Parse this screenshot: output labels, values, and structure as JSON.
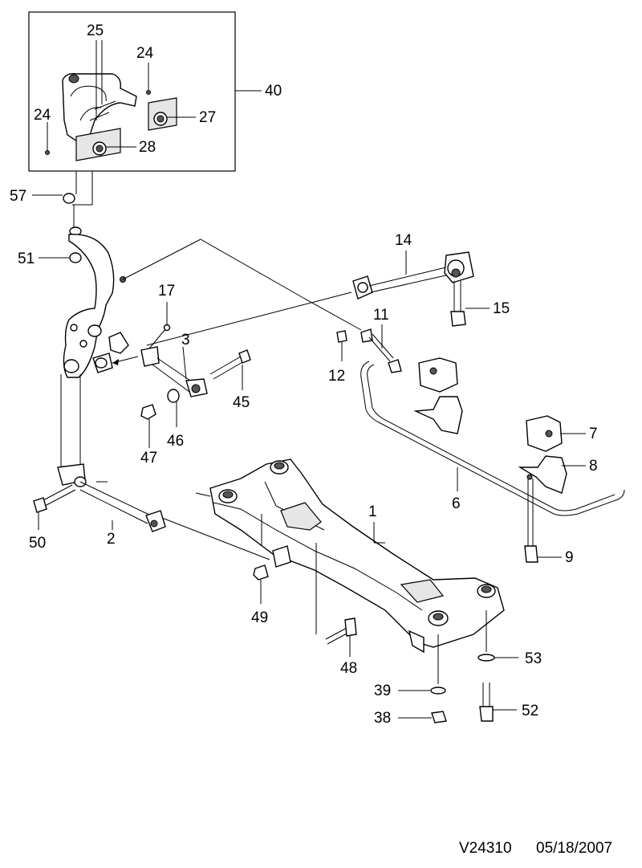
{
  "diagram": {
    "footer": {
      "code": "V24310",
      "date": "05/18/2007"
    },
    "callouts": {
      "c1": "1",
      "c2": "2",
      "c3": "3",
      "c6": "6",
      "c7": "7",
      "c8": "8",
      "c9": "9",
      "c11": "11",
      "c12": "12",
      "c14": "14",
      "c15": "15",
      "c17": "17",
      "c24a": "24",
      "c24b": "24",
      "c25": "25",
      "c27": "27",
      "c28": "28",
      "c38": "38",
      "c39": "39",
      "c40": "40",
      "c45": "45",
      "c46": "46",
      "c47": "47",
      "c48": "48",
      "c49": "49",
      "c50": "50",
      "c51": "51",
      "c52": "52",
      "c53": "53",
      "c57": "57"
    }
  }
}
